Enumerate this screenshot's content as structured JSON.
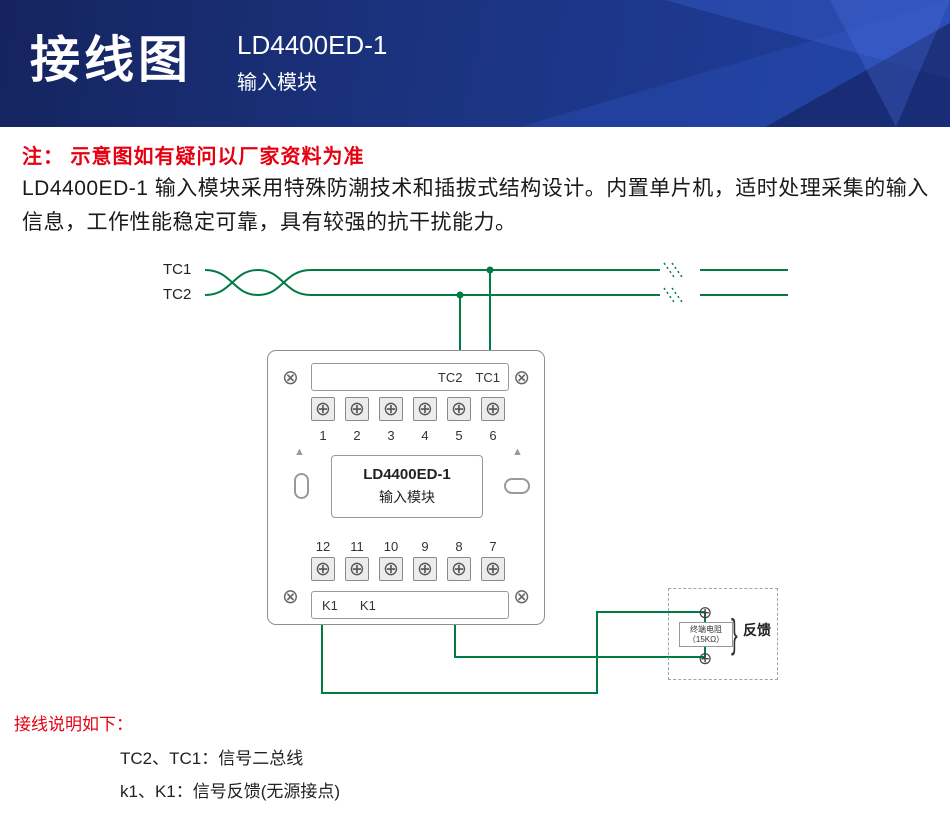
{
  "header": {
    "title": "接线图",
    "model": "LD4400ED-1",
    "subtitle": "输入模块"
  },
  "note": "注：  示意图如有疑问以厂家资料为准",
  "description": "LD4400ED-1 输入模块采用特殊防潮技术和插拔式结构设计。内置单片机，适时处理采集的输入信息，工作性能稳定可靠，具有较强的抗干扰能力。",
  "diagram": {
    "wire_color": "#007b43",
    "bus_labels": {
      "line1": "TC1",
      "line2": "TC2"
    },
    "module": {
      "title_line1": "LD4400ED-1",
      "title_line2": "输入模块",
      "top_strip_labels": [
        "TC2",
        "TC1"
      ],
      "top_terminal_numbers": [
        "1",
        "2",
        "3",
        "4",
        "5",
        "6"
      ],
      "bottom_terminal_numbers": [
        "12",
        "11",
        "10",
        "9",
        "8",
        "7"
      ],
      "bottom_strip_labels": [
        "K1",
        "K1"
      ]
    },
    "feedback": {
      "resistor_line1": "终端电阻",
      "resistor_line2": "（15KΩ）",
      "brace": "}",
      "label": "反馈"
    }
  },
  "footer": {
    "heading": "接线说明如下：",
    "lines": [
      "TC2、TC1：信号二总线",
      "k1、K1：信号反馈(无源接点)"
    ]
  },
  "icons": {
    "terminal_screw": "⊕",
    "corner_screw": "⊗",
    "direction_triangle": "▲"
  }
}
